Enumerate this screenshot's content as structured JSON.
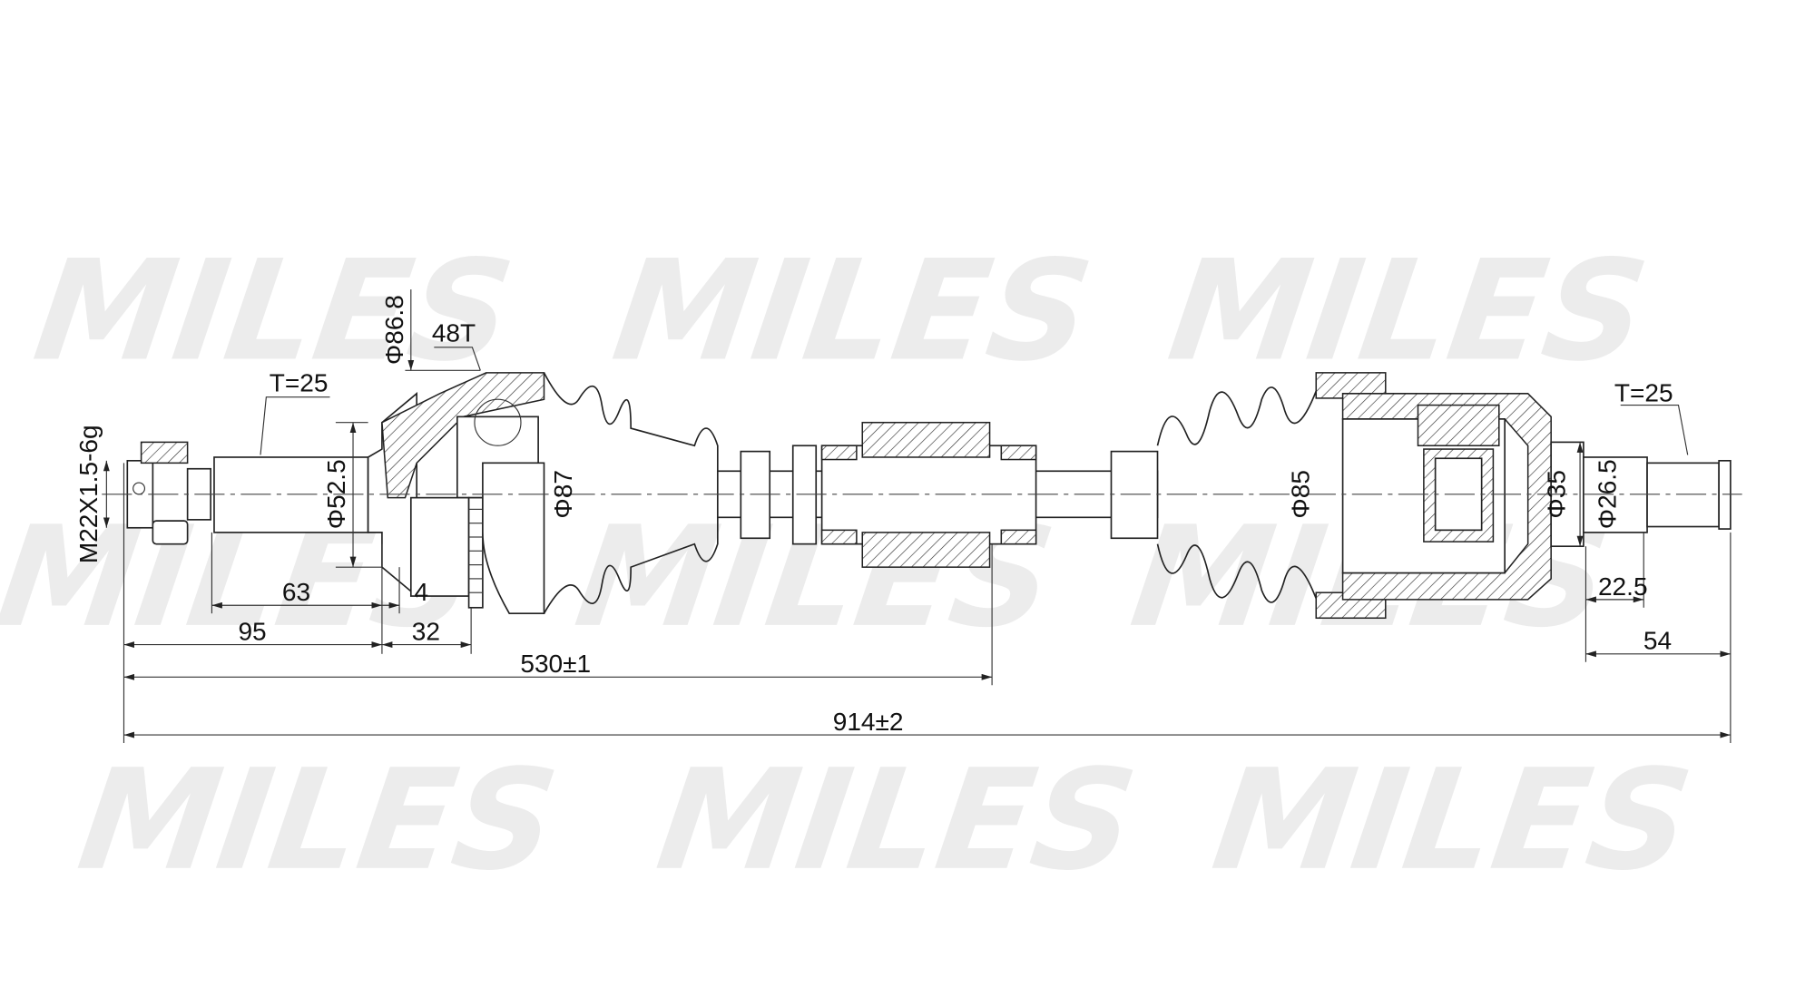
{
  "watermark": "MILES",
  "dimensions": {
    "thread": "M22X1.5-6g",
    "left_spline": "T=25",
    "d_52_5": "Φ52.5",
    "d_86_8": "Φ86.8",
    "abs_teeth": "48T",
    "d_87": "Φ87",
    "d_85": "Φ85",
    "d_35": "Φ35",
    "d_26_5": "Φ26.5",
    "right_spline": "T=25",
    "len_63": "63",
    "len_4": "4",
    "len_95": "95",
    "len_32": "32",
    "len_530": "530±1",
    "len_914": "914±2",
    "len_22_5": "22.5",
    "len_54": "54"
  }
}
